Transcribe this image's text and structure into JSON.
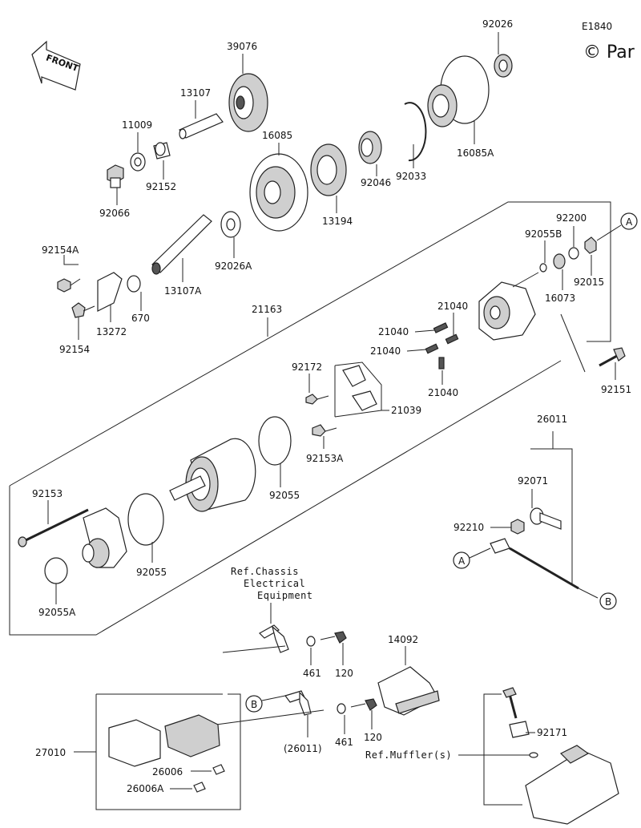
{
  "diagram_code": "E1840",
  "copyright": "© Par",
  "front_label": "FRONT",
  "ref_chassis": [
    "Ref.Chassis",
    "Electrical",
    "Equipment"
  ],
  "ref_muffler": "Ref.Muffler(s)",
  "callouts": {
    "A": "A",
    "B": "B"
  },
  "parts": {
    "p39076": "39076",
    "p92026": "92026",
    "p13107": "13107",
    "p11009": "11009",
    "p16085": "16085",
    "p16085A": "16085A",
    "p92152": "92152",
    "p92066": "92066",
    "p13194": "13194",
    "p92046": "92046",
    "p92033": "92033",
    "p92026A": "92026A",
    "p92154A": "92154A",
    "p13107A": "13107A",
    "p670": "670",
    "p13272": "13272",
    "p92154": "92154",
    "p21163": "21163",
    "p92200": "92200",
    "p92055B": "92055B",
    "p92015": "92015",
    "p16073": "16073",
    "p21040a": "21040",
    "p21040b": "21040",
    "p21040c": "21040",
    "p21040d": "21040",
    "p92151": "92151",
    "p92172": "92172",
    "p21039": "21039",
    "p92153A": "92153A",
    "p26011": "26011",
    "p92071": "92071",
    "p92210": "92210",
    "p92153": "92153",
    "p92055a": "92055",
    "p92055b": "92055",
    "p92055A": "92055A",
    "p461a": "461",
    "p120a": "120",
    "p14092": "14092",
    "p461b": "461",
    "p120b": "120",
    "p26011b": "(26011)",
    "p27010": "27010",
    "p26006": "26006",
    "p26006A": "26006A",
    "p92171": "92171"
  }
}
